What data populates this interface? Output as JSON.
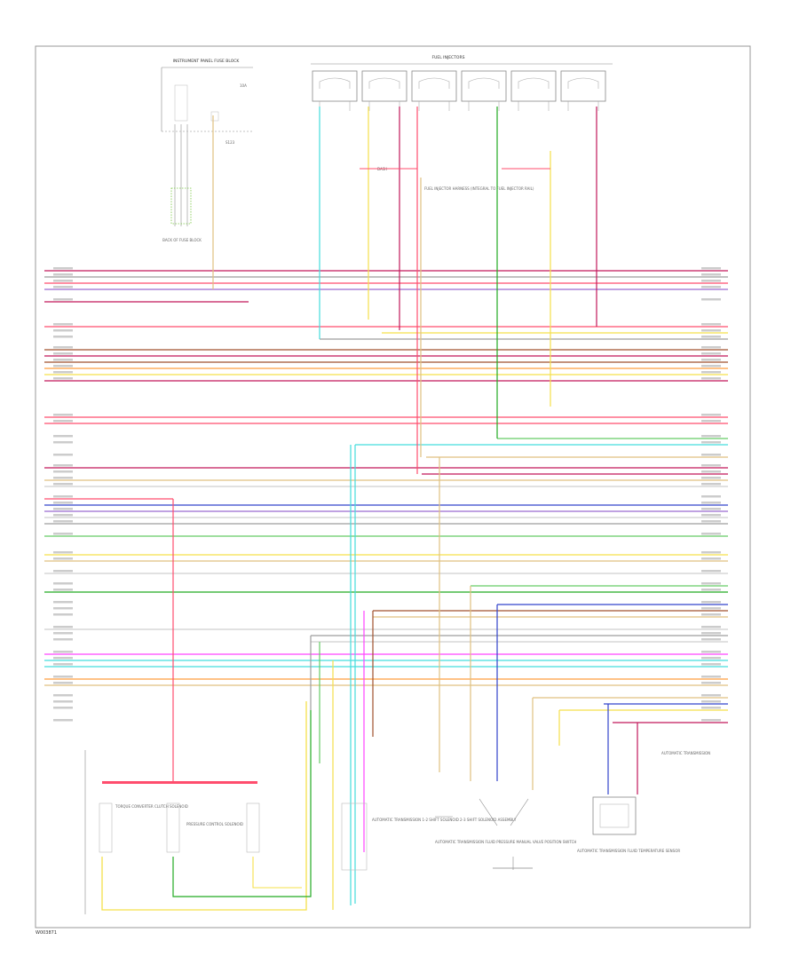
{
  "diagram": {
    "title_fuel_injectors": "FUEL INJECTORS",
    "title_ip_fuse_block": "INSTRUMENT PANEL FUSE BLOCK",
    "ip_fuse_label": "10A",
    "fuel_injector_harness_note": "FUEL INJECTOR HARNESS (INTEGRAL TO FUEL INJECTOR RAIL)",
    "connector_note_left": "BACK OF FUSE BLOCK",
    "splice_note": "S123",
    "trans_label_right": "AUTOMATIC TRANSMISSION",
    "atf_switch_label": "AUTOMATIC TRANSMISSION FLUID PRESSURE MANUAL VALVE POSITION SWITCH",
    "atf_temp_label": "AUTOMATIC TRANSMISSION FLUID TEMPERATURE SENSOR",
    "solenoid_assy_label": "AUTOMATIC TRANSMISSION 1-2 SHIFT SOLENOID 2-3 SHIFT SOLENOID ASSEMBLY",
    "tcc_label": "TORQUE CONVERTER CLUTCH SOLENOID",
    "pressure_label": "PRESSURE CONTROL SOLENOID",
    "footer": "W003871",
    "hub_label": "DASH"
  },
  "wire_colors": {
    "pink_black": "#c2185b",
    "gray": "#9e9e9e",
    "brown_white": "#e6b800",
    "pink": "#ff4d6d",
    "tan": "#e0c080",
    "orange": "#ff9e3d",
    "yellow": "#f5e04a",
    "blue": "#3344cc",
    "light_green": "#66cc66",
    "dark_green": "#22aa22",
    "light_blue": "#44dddd",
    "magenta": "#ff44ff",
    "brown": "#a0522d",
    "purple": "#9a6bd0",
    "red": "#ee2222",
    "light_gray": "#cfcfcf"
  }
}
